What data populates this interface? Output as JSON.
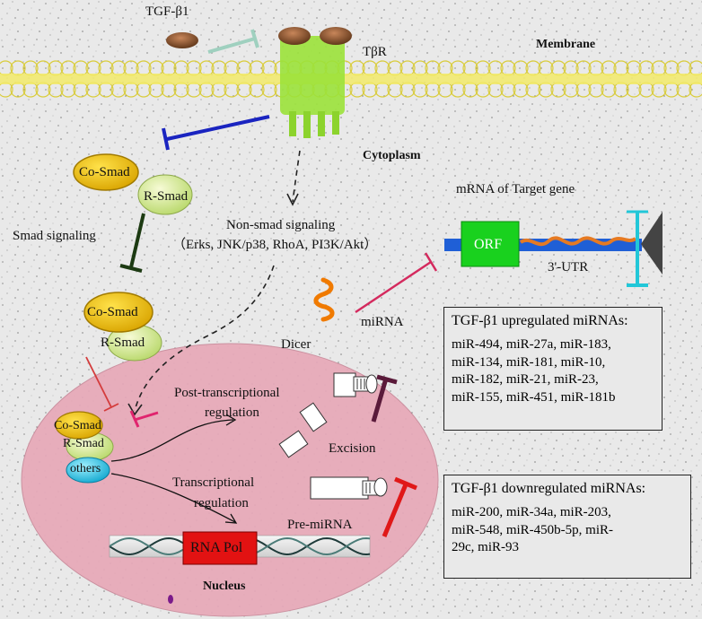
{
  "labels": {
    "tgf": "TGF-β1",
    "tbr": "TβR",
    "membrane": "Membrane",
    "cytoplasm": "Cytoplasm",
    "nucleus": "Nucleus",
    "cosmad1": "Co-Smad",
    "rsmad1": "R-Smad",
    "smad_signaling": "Smad signaling",
    "cosmad2": "Co-Smad",
    "rsmad2": "R-Smad",
    "cosmad3": "Co-Smad",
    "rsmad3": "R-Smad",
    "others": "others",
    "nonsmad_title": "Non-smad signaling",
    "nonsmad_detail": "（Erks, JNK/p38, RhoA, PI3K/Akt）",
    "mrna_title": "mRNA of Target gene",
    "orf": "ORF",
    "utr": "3'-UTR",
    "mirna": "miRNA",
    "dicer": "Dicer",
    "post_transcriptional_1": "Post-transcriptional",
    "post_transcriptional_2": "regulation",
    "transcriptional_1": "Transcriptional",
    "transcriptional_2": "regulation",
    "excision": "Excision",
    "pre_mirna": "Pre-miRNA",
    "rna_pol": "RNA Pol"
  },
  "upregulated": {
    "title": "TGF-β1 upregulated miRNAs:",
    "lines": [
      "miR-494, miR-27a, miR-183,",
      "miR-134, miR-181, miR-10,",
      "miR-182, miR-21, miR-23,",
      "miR-155, miR-451, miR-181b"
    ]
  },
  "downregulated": {
    "title": "TGF-β1 downregulated miRNAs:",
    "lines": [
      "miR-200, miR-34a, miR-203,",
      "miR-548, miR-450b-5p, miR-",
      "29c, miR-93"
    ]
  },
  "colors": {
    "nucleus_fill": "#e7a8b8",
    "membrane": "#f2ea6a",
    "receptor": "#9be23a",
    "orf": "#19d11e",
    "inhibit_blue": "#1a24c0",
    "inhibit_green": "#1c3a12",
    "inhibit_red": "#e01818",
    "inhibit_purple": "#5a1a3a",
    "utr_cyan": "#22c7d8"
  }
}
